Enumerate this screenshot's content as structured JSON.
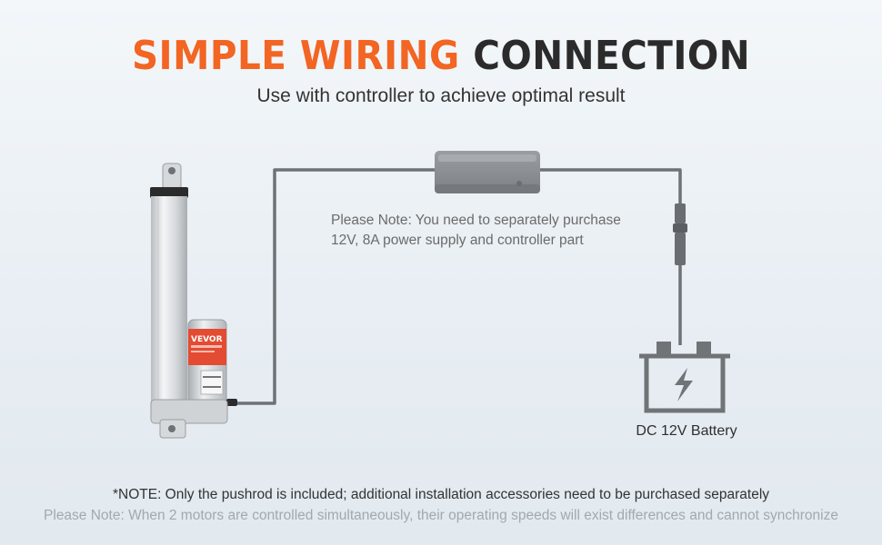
{
  "header": {
    "title_accent": "SIMPLE WIRING",
    "title_rest": "CONNECTION",
    "subtitle": "Use with controller to achieve optimal result"
  },
  "diagram": {
    "note_line1": "Please Note: You need to separately purchase",
    "note_line2": "12V, 8A power supply and controller part",
    "battery_label": "DC 12V Battery",
    "actuator_brand": "VEVOR"
  },
  "footer": {
    "note1": "*NOTE: Only the pushrod is included; additional installation accessories need to be purchased separately",
    "note2": "Please Note: When 2 motors are controlled simultaneously, their operating speeds will exist differences and cannot synchronize"
  },
  "colors": {
    "accent": "#f26522",
    "dark_text": "#2b2b2b",
    "wire": "#6e7276",
    "controller_body": "#8a8e92",
    "battery_icon": "#707477"
  }
}
